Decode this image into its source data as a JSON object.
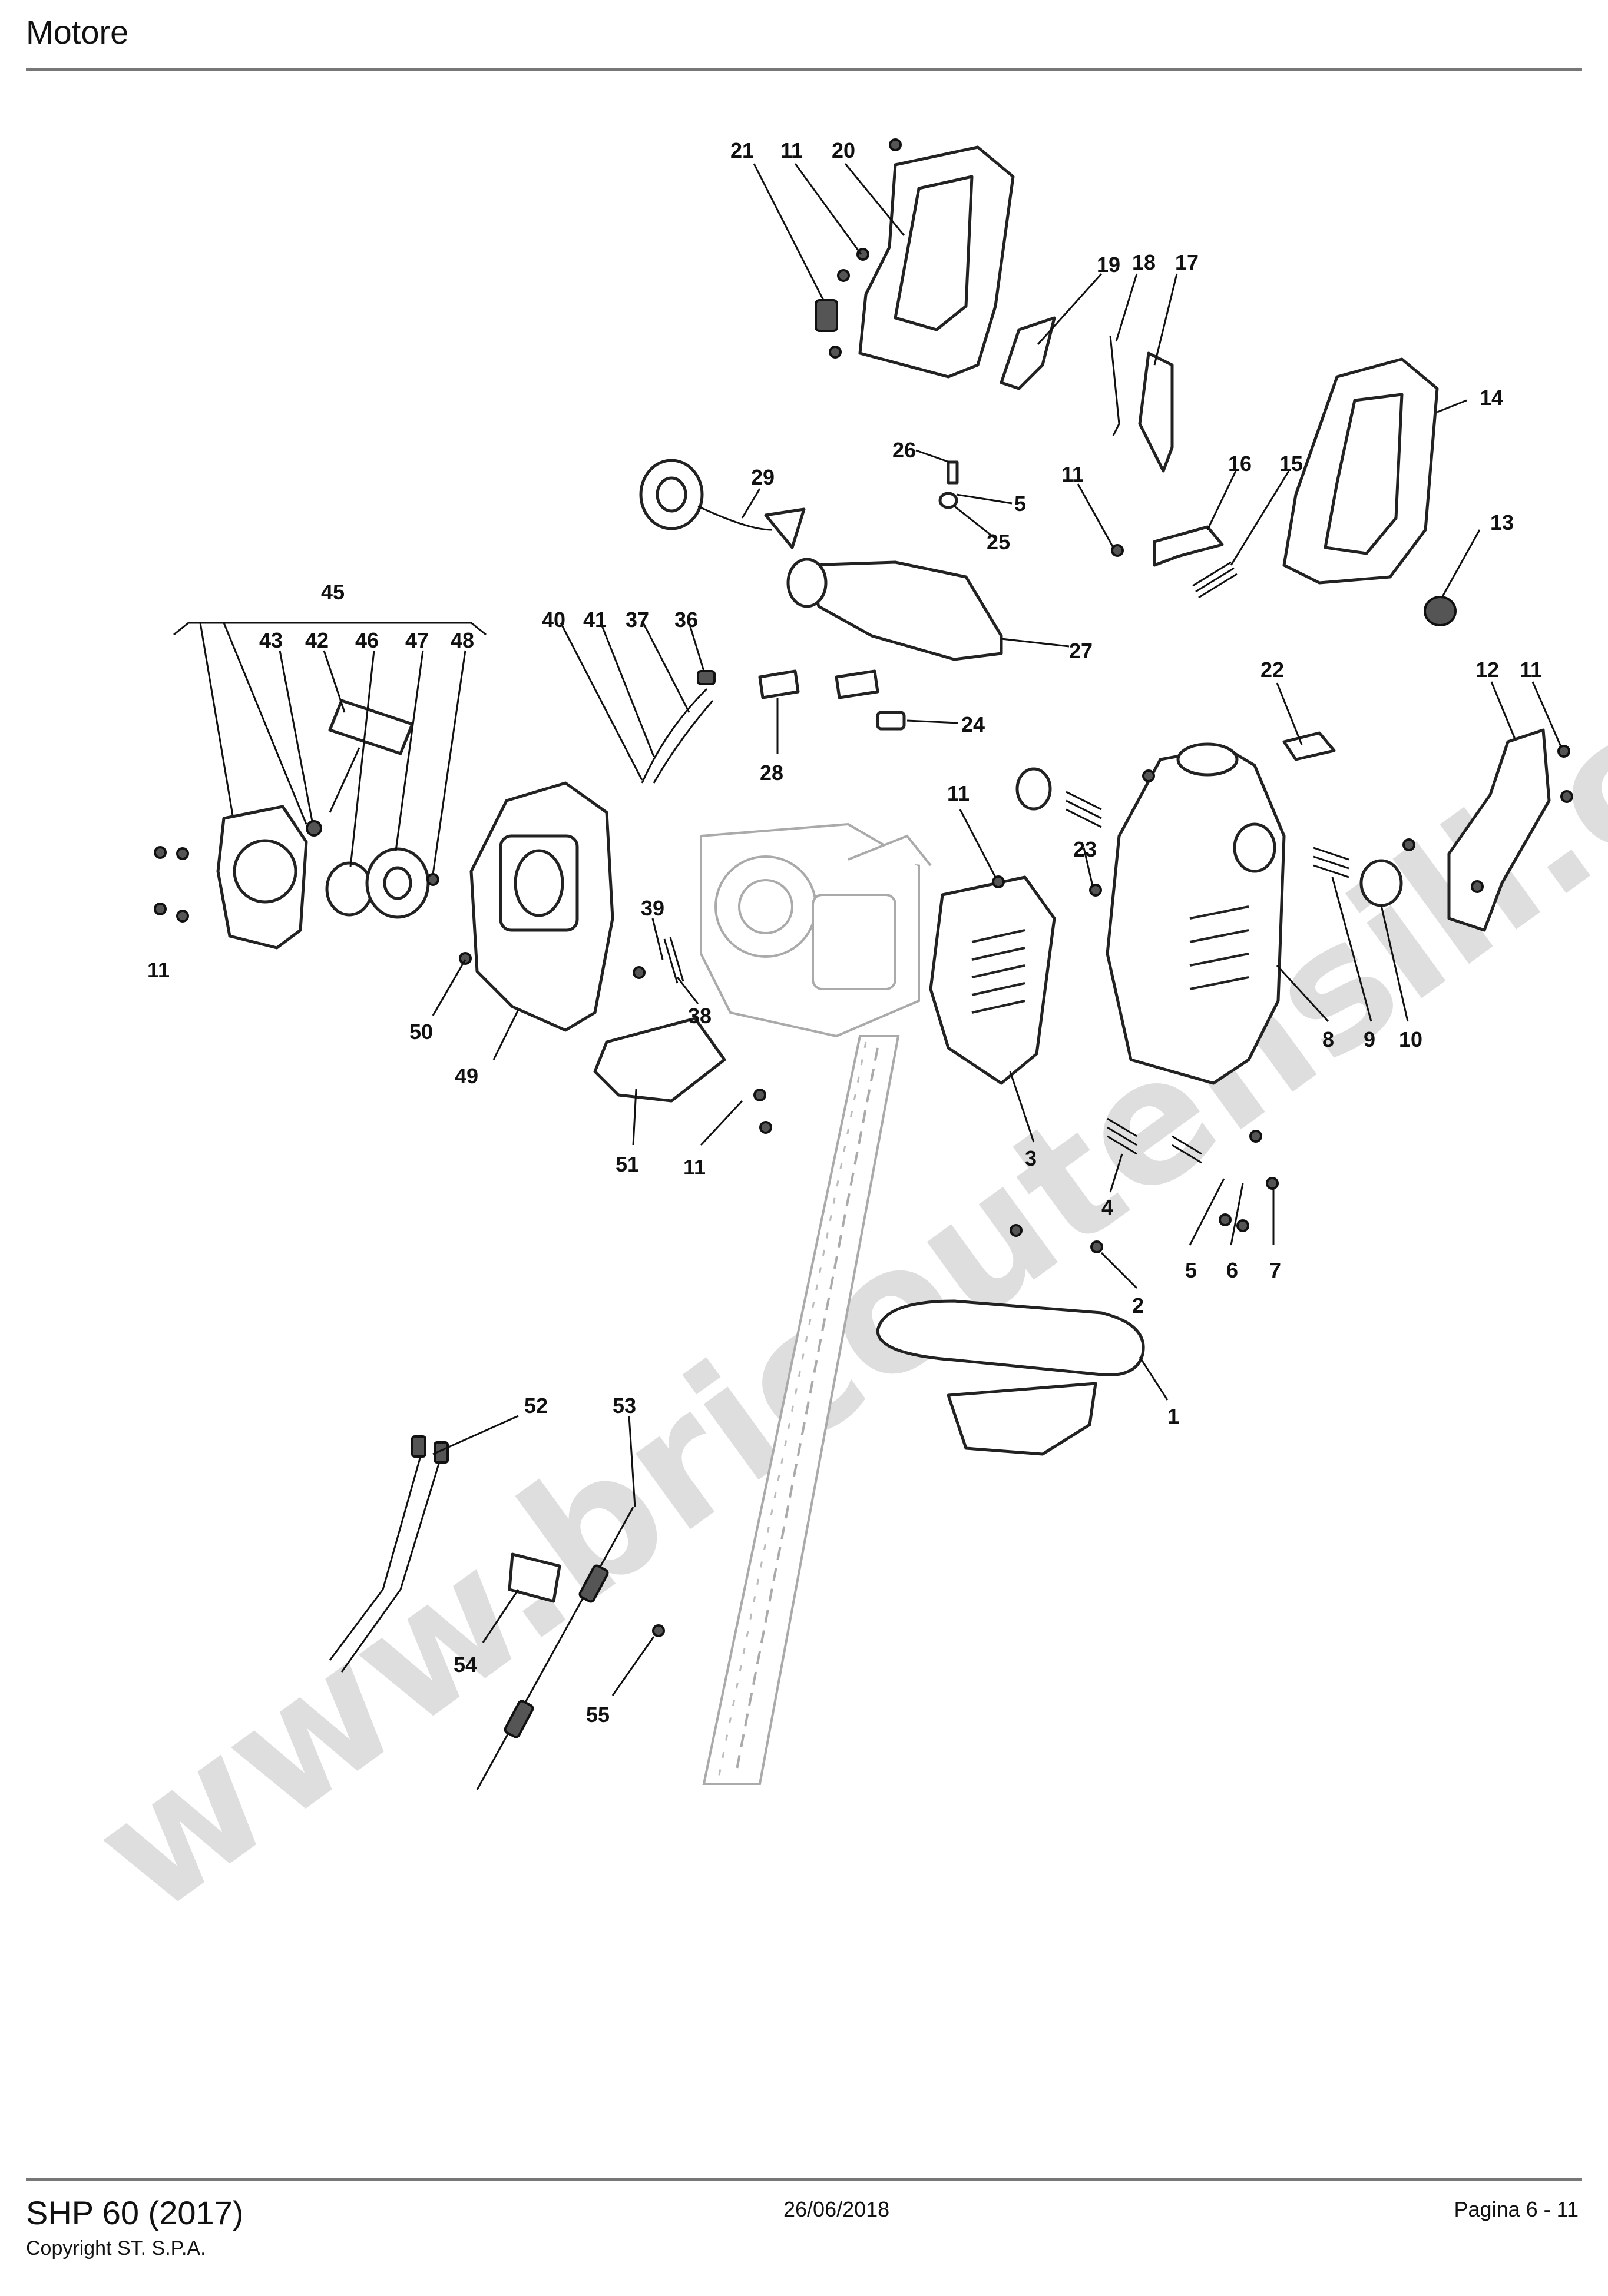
{
  "header": {
    "title": "Motore"
  },
  "footer": {
    "model": "SHP 60 (2017)",
    "copyright": "Copyright ST. S.P.A.",
    "date": "26/06/2018",
    "page": "Pagina 6 - 11"
  },
  "watermark": "www.bricoutensili.com",
  "callouts": [
    "1",
    "2",
    "3",
    "4",
    "5",
    "6",
    "7",
    "8",
    "9",
    "10",
    "11",
    "12",
    "13",
    "14",
    "15",
    "16",
    "17",
    "18",
    "19",
    "20",
    "21",
    "22",
    "23",
    "24",
    "25",
    "26",
    "27",
    "28",
    "29",
    "36",
    "37",
    "38",
    "39",
    "40",
    "41",
    "42",
    "43",
    "45",
    "46",
    "47",
    "48",
    "49",
    "50",
    "51",
    "52",
    "53",
    "54",
    "55"
  ],
  "labels": {
    "l1": "1",
    "l2": "2",
    "l3": "3",
    "l4": "4",
    "l5a": "5",
    "l5b": "5",
    "l6": "6",
    "l7": "7",
    "l8": "8",
    "l9": "9",
    "l10": "10",
    "l11a": "11",
    "l11b": "11",
    "l11c": "11",
    "l11d": "11",
    "l11e": "11",
    "l11f": "11",
    "l12": "12",
    "l13": "13",
    "l14": "14",
    "l15": "15",
    "l16": "16",
    "l17": "17",
    "l18": "18",
    "l19": "19",
    "l20": "20",
    "l21": "21",
    "l22": "22",
    "l23": "23",
    "l24": "24",
    "l25": "25",
    "l26": "26",
    "l27": "27",
    "l28": "28",
    "l29": "29",
    "l36": "36",
    "l37": "37",
    "l38": "38",
    "l39": "39",
    "l40": "40",
    "l41": "41",
    "l42": "42",
    "l43": "43",
    "l45": "45",
    "l46": "46",
    "l47": "47",
    "l48": "48",
    "l49": "49",
    "l50": "50",
    "l51": "51",
    "l52": "52",
    "l53": "53",
    "l54": "54",
    "l55": "55"
  }
}
